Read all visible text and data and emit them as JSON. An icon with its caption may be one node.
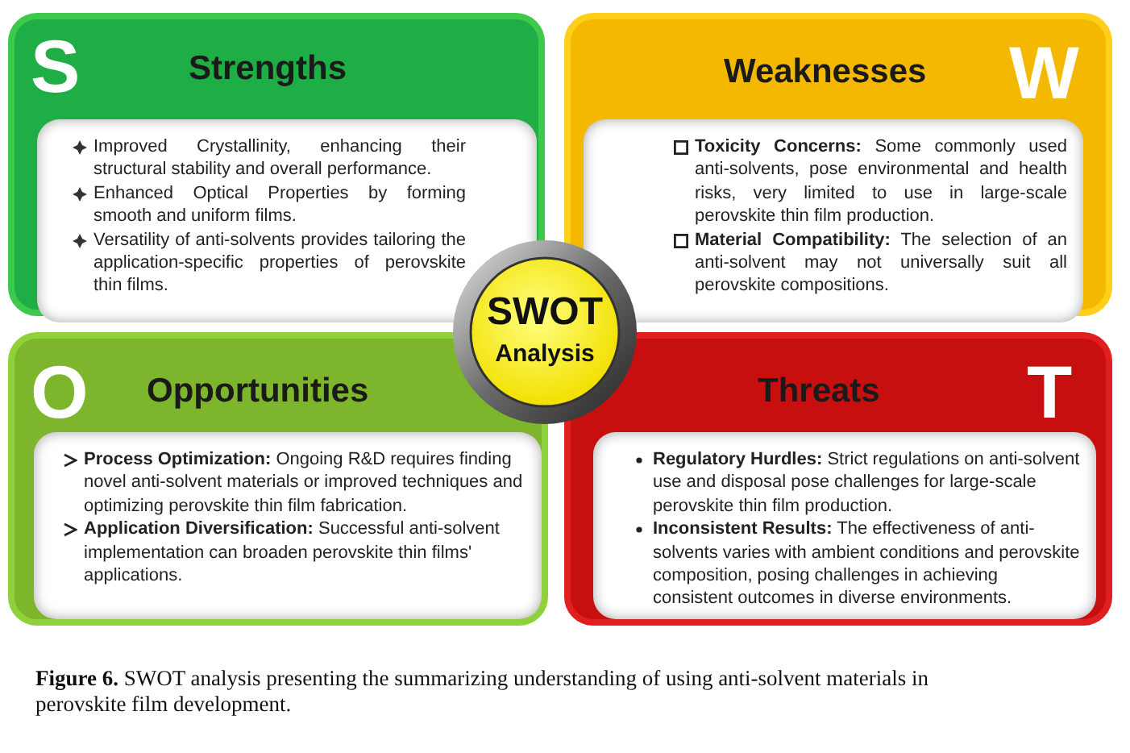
{
  "diagram": {
    "nodes": [
      {
        "text": [
          "S",
          "Strengths"
        ]
      },
      {
        "text": [
          "Weaknesses",
          "W"
        ]
      },
      {
        "text": [
          "O",
          "Opportunities"
        ]
      },
      {
        "text": [
          "Threats",
          "T"
        ]
      },
      {
        "text": [
          "Improved Crystallinity, enhancing their structural stability and overall performance.",
          "Enhanced Optical Properties by forming smooth and uniform films.",
          "Versatility of anti-solvents provides tailoring the application-specific properties of perovskite thin films."
        ],
        "in": 0
      },
      {
        "text": [
          "**Toxicity Concerns:** Some commonly used anti-solvents, pose environmental and health risks, very limited to use in large-scale perovskite thin film production.",
          "**Material Compatibility:** The selection of an anti-solvent may not universally suit all perovskite compositions."
        ],
        "in": 1
      },
      {
        "text": [
          "**Process Optimization:** Ongoing R&D requires finding novel anti-solvent materials or improved techniques and optimizing perovskite thin film fabrication.",
          "**Application Diversification:** Successful anti-solvent implementation can broaden perovskite thin films' applications."
        ],
        "in": 2
      },
      {
        "text": [
          "**Regulatory Hurdles:** Strict regulations on anti-solvent use and disposal pose challenges for large-scale perovskite thin film production.",
          "**Inconsistent Results:** The effectiveness of anti-solvents varies with ambient conditions and perovskite composition, posing challenges in achieving consistent outcomes in diverse environments."
        ],
        "in": 3
      },
      {
        "text": [
          "SWOT",
          "Analysis"
        ]
      }
    ],
    "caption": "**Figure 6.** SWOT analysis presenting the summarizing understanding of using anti-solvent materials in perovskite film development."
  }
}
